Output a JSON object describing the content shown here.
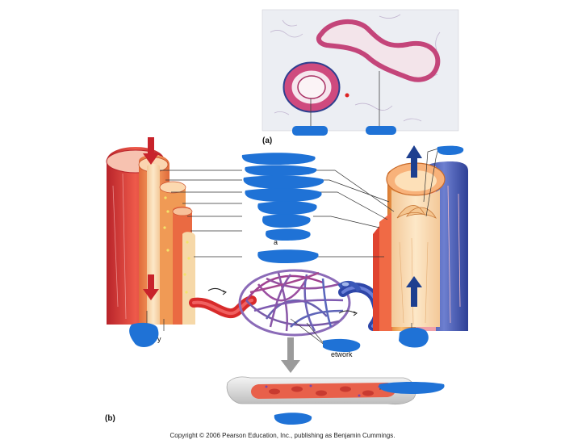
{
  "panels": {
    "a": "(a)",
    "b": "(b)"
  },
  "copyright": "Copyright © 2006 Pearson Education, Inc., publishing as Benjamin Cummings.",
  "partial_labels": {
    "left_vessel": "y",
    "capillary_network": "etwork",
    "middle_label": "a"
  },
  "colors": {
    "redaction": "#1f72d6",
    "artery_red": "#e03a2a",
    "vein_blue": "#3b4fa8",
    "flow_arrow_red": "#c8232b",
    "flow_arrow_blue": "#1d3f8f",
    "capillary_purple": "#7a5aa8",
    "micrograph_bg": "#eef0f4",
    "tissue_pink": "#c4457a"
  }
}
